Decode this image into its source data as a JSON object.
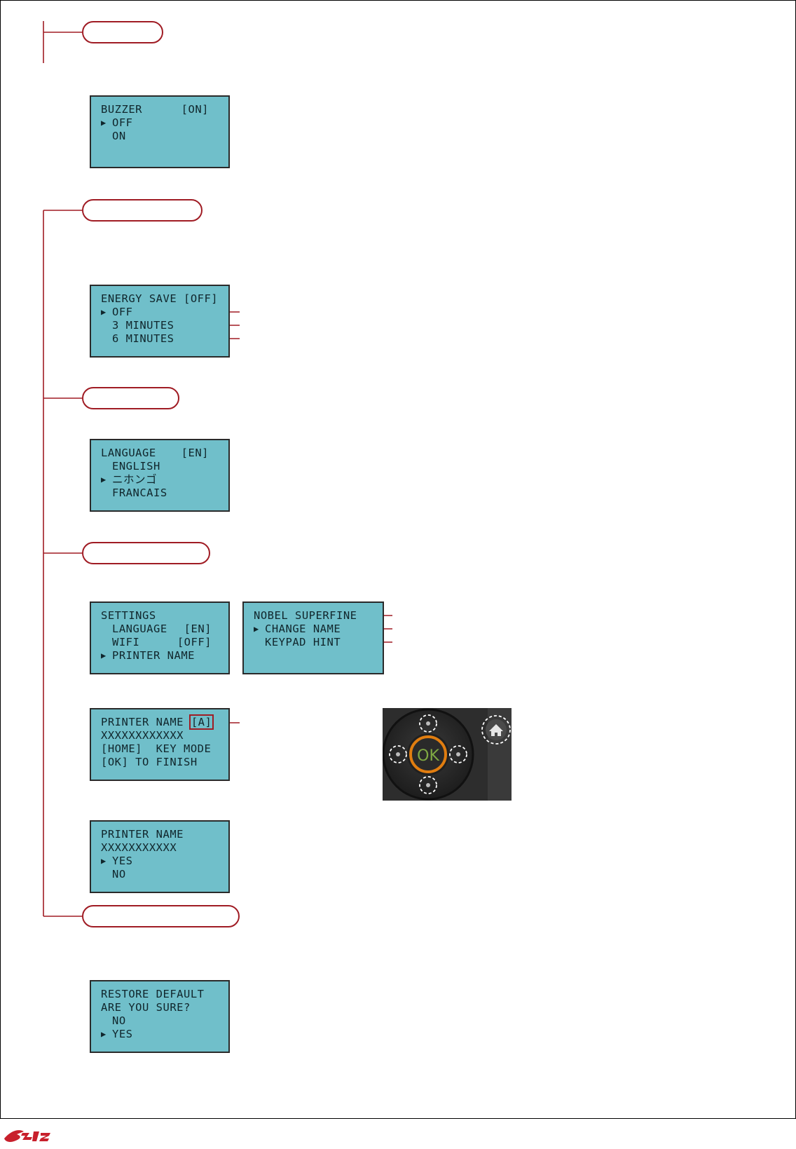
{
  "screens": {
    "buzzer": {
      "title": "BUZZER",
      "current": "[ON]",
      "options": [
        "OFF",
        "ON"
      ],
      "selected_index": 0
    },
    "energy_save": {
      "title": "ENERGY SAVE [OFF]",
      "options": [
        "OFF",
        "3 MINUTES",
        "6 MINUTES"
      ],
      "selected_index": 0
    },
    "language": {
      "title": "LANGUAGE",
      "current": "[EN]",
      "options": [
        "ENGLISH",
        "ニホンゴ",
        "FRANCAIS"
      ],
      "selected_index": 1
    },
    "settings": {
      "title": "SETTINGS",
      "items": [
        {
          "label": "LANGUAGE",
          "value": "[EN]"
        },
        {
          "label": "WIFI",
          "value": "[OFF]"
        },
        {
          "label": "PRINTER NAME",
          "value": ""
        }
      ],
      "selected_index": 2
    },
    "printer_menu": {
      "title": "NOBEL SUPERFINE",
      "options": [
        "CHANGE NAME",
        "KEYPAD HINT"
      ],
      "selected_index": 0
    },
    "printer_name_edit": {
      "title": "PRINTER NAME",
      "mode": "[A]",
      "lines": [
        "XXXXXXXXXXXX",
        "[HOME]  KEY MODE",
        "[OK] TO FINISH"
      ]
    },
    "printer_name_confirm": {
      "title": "PRINTER NAME",
      "name": "XXXXXXXXXXX",
      "options": [
        "YES",
        "NO"
      ],
      "selected_index": 0
    },
    "restore_default": {
      "title": "RESTORE DEFAULT",
      "question": "ARE YOU SURE?",
      "options": [
        "NO",
        "YES"
      ],
      "selected_index": 1
    }
  },
  "keypad": {
    "center_label": "OK",
    "home": "home-icon"
  },
  "colors": {
    "lcd_bg": "#70bfca",
    "accent": "#a01c24",
    "ok_ring": "#e07d10"
  }
}
